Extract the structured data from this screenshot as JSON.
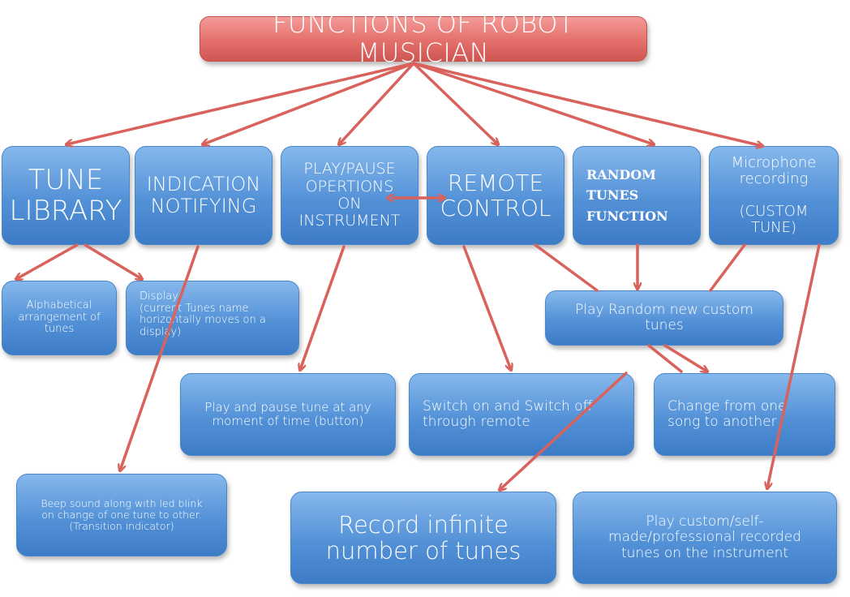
{
  "title": "FUNCTIONS OF ROBOT MUSICIAN",
  "categories": {
    "tune_library": "TUNE\nLIBRARY",
    "indication": "INDICATION\nNOTIFYING",
    "play_pause": "PLAY/PAUSE\nOPERTIONS\nON\nINSTRUMENT",
    "remote": "REMOTE\nCONTROL",
    "random": "RANDOM\nTUNES\nFUNCTION",
    "microphone": "Microphone\nrecording\n\n(CUSTOM TUNE)"
  },
  "details": {
    "alphabetical": "Alphabetical\narrangement of\ntunes",
    "display": "Display\n(current Tunes name\nhorizontally moves on a\ndisplay)",
    "play_random": "Play Random new custom\ntunes",
    "play_pause_tune": "Play and pause tune at any\nmoment of time (button)",
    "switch": "Switch on and Switch off\nthrough remote",
    "change_song": "Change from one\nsong to another",
    "beep": "Beep sound along with led blink\non change of one tune to other.\n(Transition indicator)",
    "record": "Record infinite\nnumber of tunes",
    "play_custom": "Play custom/self-\nmade/professional recorded\ntunes on the instrument"
  },
  "colors": {
    "node_blue": "#5391d7",
    "title_red": "#e46f6b",
    "arrow_red": "#d9625c"
  }
}
